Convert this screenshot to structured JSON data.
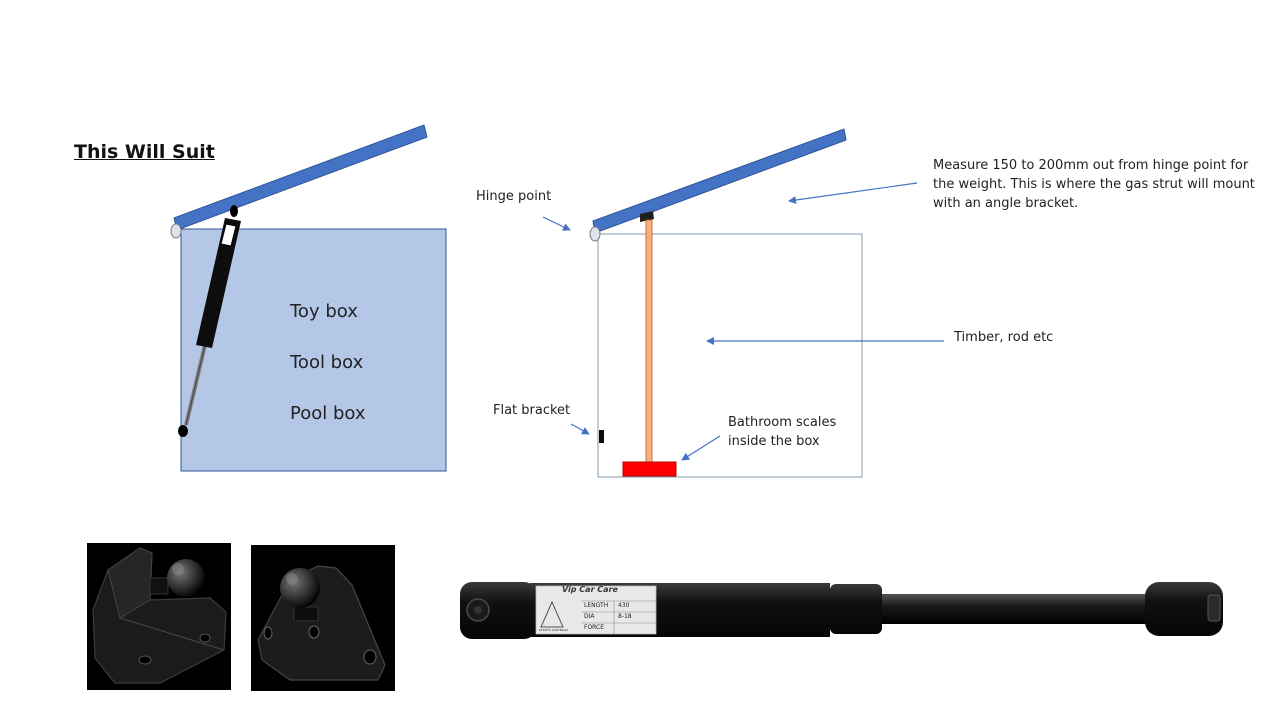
{
  "title": "This Will Suit",
  "box_labels": [
    "Toy box",
    "Tool box",
    "Pool box"
  ],
  "annotations": {
    "hinge_point": "Hinge point",
    "measure_line1": "Measure 150 to 200mm  out from hinge point for",
    "measure_line2": "the weight. This is where the gas strut will mount",
    "measure_line3": "with an angle bracket.",
    "timber": "Timber, rod  etc",
    "flat_bracket": "Flat bracket",
    "scales_line1": "Bathroom  scales",
    "scales_line2": "inside the box"
  },
  "strut_label": {
    "brand": "Vip Car Care",
    "length": "LENGTH",
    "length_val": "430",
    "dia": "DIA",
    "dia_val": "8-18",
    "force": "FORCE",
    "maker": "STRUTS AUSTRALIA"
  },
  "colors": {
    "lid": "#4472c4",
    "box_fill": "#b4c7e7",
    "box_outline": "#2f5597",
    "arrow": "#4472c4",
    "scales": "#ff0000",
    "timber": "#f4b183"
  }
}
